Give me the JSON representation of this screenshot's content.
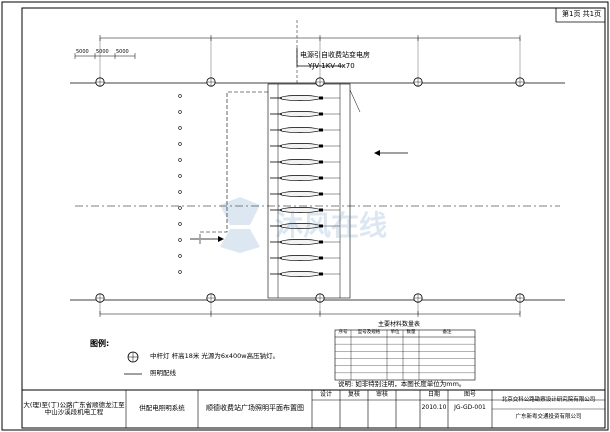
{
  "page_no": "第1页 共1页",
  "cable": {
    "title": "电源引自收费站变电房",
    "spec": "YJV-1KV-4x70"
  },
  "dims": {
    "segment": "5000"
  },
  "legend": {
    "title": "图例:",
    "items": [
      {
        "symbol": "pole-circle-symbol",
        "text": "中杆灯   杆高18米 光源为6x400w高压钠灯。"
      },
      {
        "symbol": "cable-line-symbol",
        "text": "照明配线"
      }
    ]
  },
  "materials": {
    "title": "主要材料数量表",
    "headers": [
      "序号",
      "型号及规格",
      "单位",
      "数量",
      "备注"
    ],
    "row_count": 6
  },
  "note": "说明: 如非特别注明，本图长度单位为mm。",
  "title_block": {
    "project": "大(理)至(丁)公路广东省顺德龙江至中山沙溪段机电工程",
    "system": "供配电照明系统",
    "drawing_title": "顺德收费站广场照明平面布置图",
    "design_label": "设计",
    "review_label": "复核",
    "approve_label": "审核",
    "date_label": "日期",
    "date_value": "2010.10",
    "number_label": "图号",
    "number_value": "JG-GD-001",
    "company1": "北京交科公路勘察设计研究院有限公司",
    "company2": "广东新粤交通投资有限公司"
  },
  "watermark_text": "沐风在线"
}
